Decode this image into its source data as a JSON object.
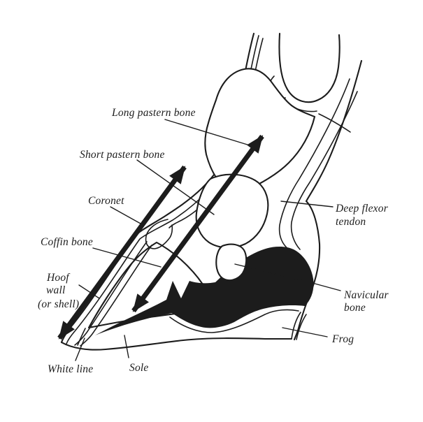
{
  "figure": {
    "description": "Cross-section line diagram of a horse lower leg and hoof with anatomical labels and two axis arrows",
    "colors": {
      "ink": "#1c1c1c",
      "background": "#ffffff"
    }
  },
  "labels": {
    "long_pastern": {
      "text": "Long pastern bone"
    },
    "short_pastern": {
      "text": "Short pastern bone"
    },
    "coronet": {
      "text": "Coronet"
    },
    "coffin": {
      "text": "Coffin bone"
    },
    "hoof_wall": {
      "line1": "Hoof",
      "line2": "wall",
      "line3": "(or shell)"
    },
    "white_line": {
      "text": "White line"
    },
    "sole": {
      "text": "Sole"
    },
    "deep_flexor": {
      "line1": "Deep flexor",
      "line2": "tendon"
    },
    "navicular": {
      "line1": "Navicular",
      "line2": "bone"
    },
    "frog": {
      "text": "Frog"
    }
  }
}
